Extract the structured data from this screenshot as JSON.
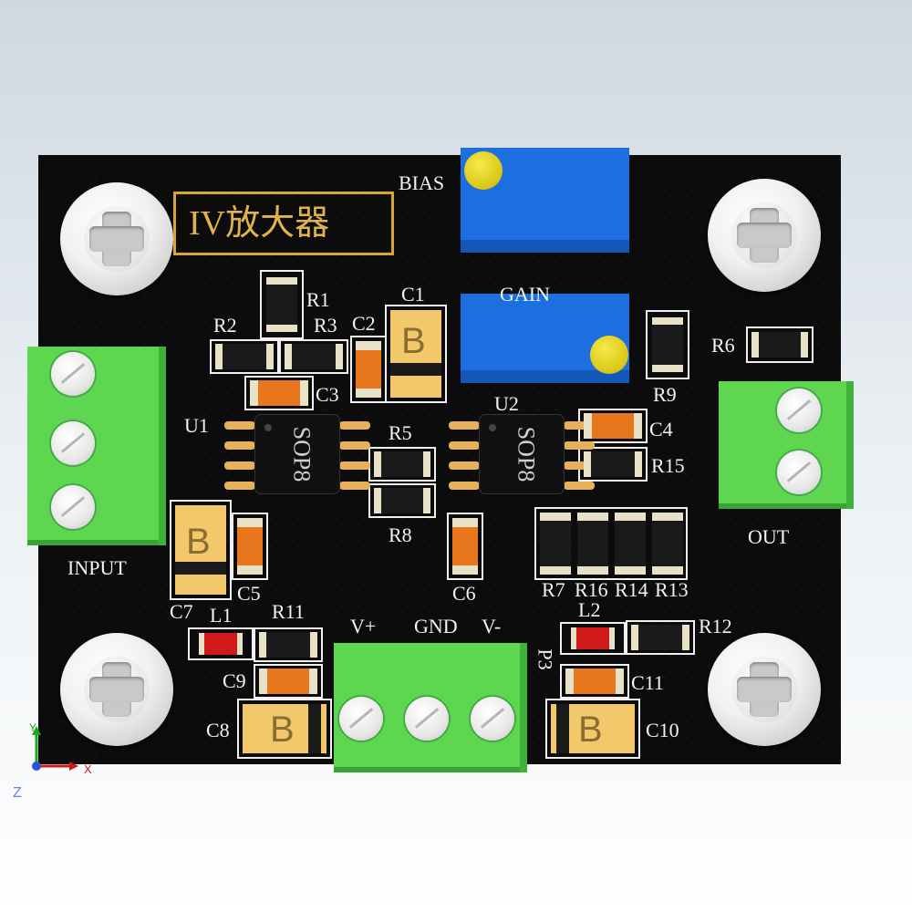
{
  "board": {
    "title": "IV放大器",
    "potentiometers": {
      "bias": "BIAS",
      "gain": "GAIN"
    },
    "connectors": {
      "input": "INPUT",
      "output": "OUT",
      "power": "P3",
      "v_plus": "V+",
      "gnd": "GND",
      "v_minus": "V-"
    },
    "chips": {
      "u1": "U1",
      "u2": "U2",
      "package": "SOP8"
    },
    "resistors": [
      "R1",
      "R2",
      "R3",
      "R5",
      "R6",
      "R8",
      "R9",
      "R11",
      "R12",
      "R15",
      "R7",
      "R16",
      "R14",
      "R13"
    ],
    "capacitors": [
      "C1",
      "C2",
      "C3",
      "C4",
      "C5",
      "C6",
      "C7",
      "C8",
      "C9",
      "C10",
      "C11"
    ],
    "inductors": [
      "L1",
      "L2"
    ],
    "tantalum_marking": "B"
  },
  "axes": {
    "x": "X",
    "y": "Y",
    "z": "Z"
  },
  "colors": {
    "pcb": "#0c0c0c",
    "silkscreen": "#f4f4f4",
    "title_gold": "#d7a437",
    "terminal_green": "#5fd64f",
    "pot_blue": "#1d6fe0",
    "pad_gold": "#e7b05a"
  }
}
